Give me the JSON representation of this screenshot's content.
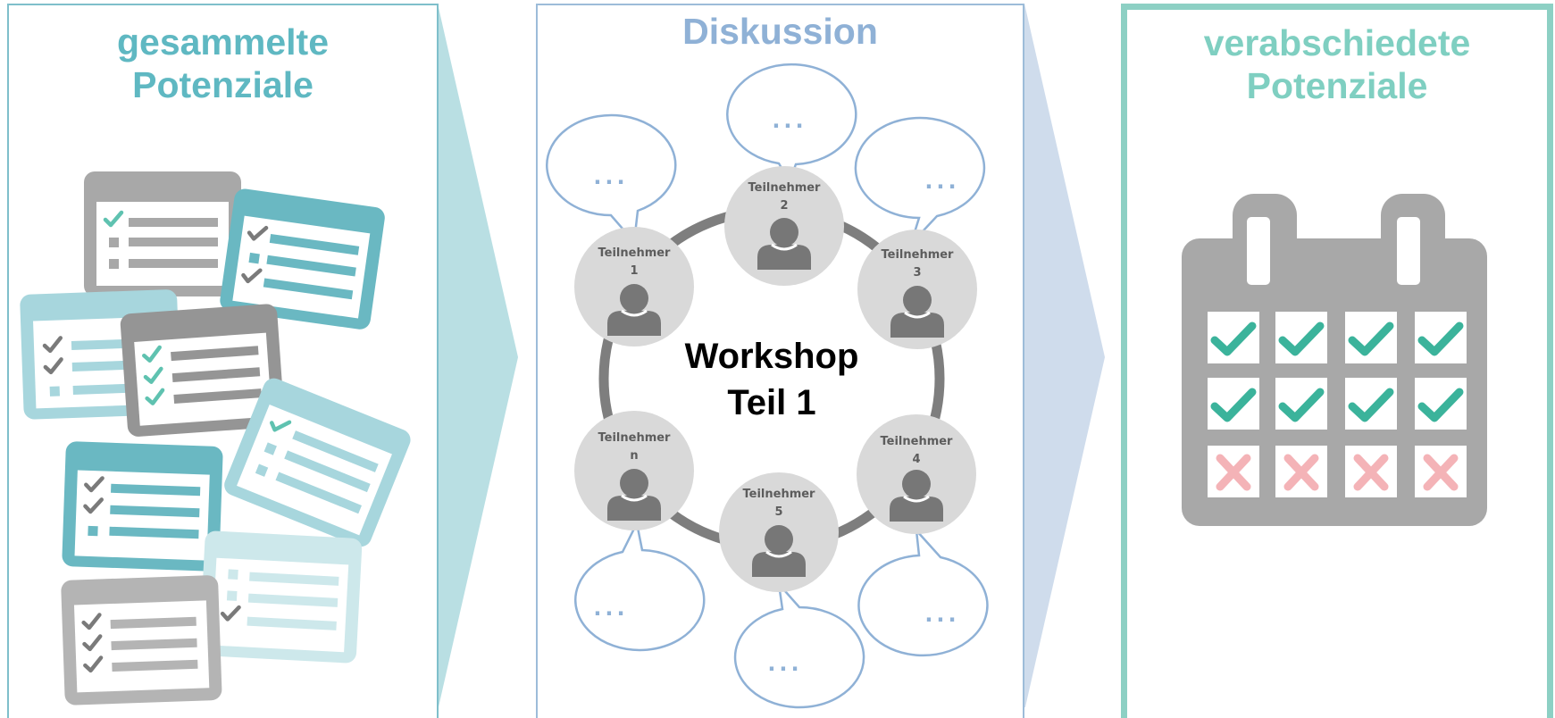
{
  "panels": {
    "collected": {
      "title": "gesammelte\nPotenziale"
    },
    "discussion": {
      "title": "Diskussion",
      "center_line1": "Workshop",
      "center_line2": "Teil 1",
      "participants": [
        {
          "name": "Teilnehmer",
          "id": "1"
        },
        {
          "name": "Teilnehmer",
          "id": "2"
        },
        {
          "name": "Teilnehmer",
          "id": "3"
        },
        {
          "name": "Teilnehmer",
          "id": "4"
        },
        {
          "name": "Teilnehmer",
          "id": "5"
        },
        {
          "name": "Teilnehmer",
          "id": "n"
        }
      ],
      "bubble_text": "..."
    },
    "approved": {
      "title": "verabschiedete\nPotenziale"
    }
  },
  "colors": {
    "teal": "#5fb8c2",
    "light_teal": "#a7d6dd",
    "gray": "#a8a8a8",
    "check_green": "#3bb39b",
    "cross_red": "#f4b3b7",
    "bubble_stroke": "#8fb1d6",
    "arrow1": "#b9dfe3",
    "arrow2": "#cfdcec"
  },
  "calendar": {
    "rows": [
      [
        "check",
        "check",
        "check",
        "check"
      ],
      [
        "check",
        "check",
        "check",
        "check"
      ],
      [
        "cross",
        "cross",
        "cross",
        "cross"
      ]
    ]
  }
}
